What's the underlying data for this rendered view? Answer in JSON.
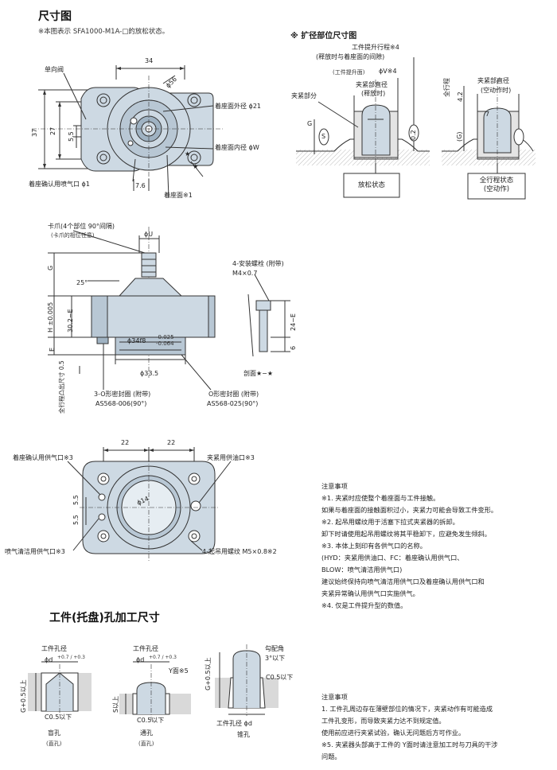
{
  "sections": {
    "dimensions_title": "尺寸图",
    "dimensions_note": "※本图表示 SFA1000-M1A-□的放松状态。",
    "expansion_title": "※ 扩径部位尺寸图",
    "workpiece_title": "工件(托盘)孔加工尺寸"
  },
  "top_view": {
    "dim_34": "34",
    "dim_phi56": "ϕ56",
    "dim_37": "37",
    "dim_27": "27",
    "dim_5_5": "5.5",
    "dim_7_6": "7.6",
    "check_valve": "单向阀",
    "seat_outer": "着座面外径 ϕ21",
    "seat_inner": "着座面内径 ϕW",
    "seat_nozzle": "着座确认用喷气口 ϕ1",
    "seat_face": "着座面※1",
    "star": "★"
  },
  "expansion": {
    "lift_stroke": "工件提升行程※4",
    "lift_stroke_sub": "(释放时与着座面的间隙)",
    "lift_face": "(工件提升面)",
    "phi_v": "ϕV※4",
    "clamp_dia": "夹紧部直径",
    "release": "(释放时)",
    "clamp_part": "夹紧部分",
    "g": "G",
    "s": "S",
    "dim_0_2": "0.2",
    "full_stroke": "全行程",
    "dim_4_2": "4.2",
    "clamp_dia2": "夹紧部直径",
    "actuated": "(空动作时)",
    "g_paren": "(G)",
    "dim_7": "7",
    "box_release": "放松状态",
    "box_full_l1": "全行程状态",
    "box_full_l2": "(空动作)"
  },
  "side_view": {
    "claw": "卡爪(4个部位 90°间隔)",
    "claw_sub": "(卡爪的相位任意)",
    "phi_u": "ϕU",
    "g": "G",
    "angle_25": "25°",
    "h_tol": "H ±0.005",
    "dim_30_2_e": "30.2−E",
    "e": "E",
    "phi34": "ϕ34f8",
    "tol_upper": "-0.025",
    "tol_lower": "-0.064",
    "phi33_5": "ϕ33.5",
    "full_stroke_proj": "全行程凸出尺寸 0.5",
    "o_ring_left": "3-O形密封圈 (附带)",
    "o_ring_left_part": "AS568-006(90°)",
    "o_ring_right": "O形密封圈 (附带)",
    "o_ring_right_part": "AS568-025(90°)",
    "bolt": "4-安装螺栓 (附带)",
    "bolt_size": "M4×0.7",
    "dim_24_e": "24−E",
    "dim_6": "6",
    "section": "剖面★−★"
  },
  "bottom_view": {
    "dim_22a": "22",
    "dim_22b": "22",
    "seat_air": "着座确认用供气口※3",
    "clamp_air": "夹紧用供油口※3",
    "blow_air": "喷气清洁用供气口※3",
    "lift_bolt": "4-起吊用螺纹 M5×0.8※2",
    "dim_5_5_a": "5.5",
    "dim_5_5_b": "5.5",
    "phi14": "ϕ14"
  },
  "notes1": {
    "title": "注意事项",
    "lines": [
      "※1. 夹紧时应使整个着座面与工件接触。",
      "     如果与着座面的接触面积过小，夹紧力可能会导致工件变形。",
      "※2. 起吊用螺纹用于活塞下拉式夹紧器的拆卸。",
      "     卸下时请使用起吊用螺纹将其平稳卸下，应避免发生倾斜。",
      "※3. 本体上刻印有各供气口的名称。",
      "     (HYD：夹紧用供油口、FC：着座确认用供气口、",
      "     BLOW：喷气清洁用供气口)",
      "     建议始终保持向喷气清洁用供气口及着座确认用供气口和",
      "     夹紧异常确认用供气口实施供气。",
      "※4. 仅是工件提升型的数值。"
    ]
  },
  "workpiece": {
    "hole_dia_a": "工件孔径",
    "phid_a": "ϕd",
    "tol_a": "+0.7 / +0.3",
    "g_a": "G+0.5以上",
    "c05_a": "C0.5以下",
    "blind": "盲孔",
    "blind_sub": "(直孔)",
    "hole_dia_b": "工件孔径",
    "phid_b": "ϕd",
    "tol_b": "+0.7 / +0.3",
    "s_b": "S以上",
    "yface": "Y面※5",
    "c05_b": "C0.5以下",
    "through": "通孔",
    "through_sub": "(直孔)",
    "g_c": "G+0.5以上",
    "draft": "勾配角",
    "draft_angle": "3°以下",
    "c05_c": "C0.5以下",
    "hole_dia_c": "工件孔径 ϕd",
    "taper": "锥孔"
  },
  "notes2": {
    "title": "注意事项",
    "lines": [
      "1. 工件孔周边存在薄壁部位的情况下，夹紧动作有可能造成",
      "   工件孔变形，而导致夹紧力达不到规定值。",
      "   使用前应进行夹紧试验，确认无问题后方可作业。",
      "※5. 夹紧器头部高于工件的 Y面时请注意加工时与刀具的干涉",
      "   问题。"
    ]
  },
  "colors": {
    "body_fill": "#cdd9e3",
    "body_dark": "#9fb2c2",
    "shade": "#b8c7d4",
    "line": "#333333",
    "gray_fill": "#d9d9d9"
  }
}
